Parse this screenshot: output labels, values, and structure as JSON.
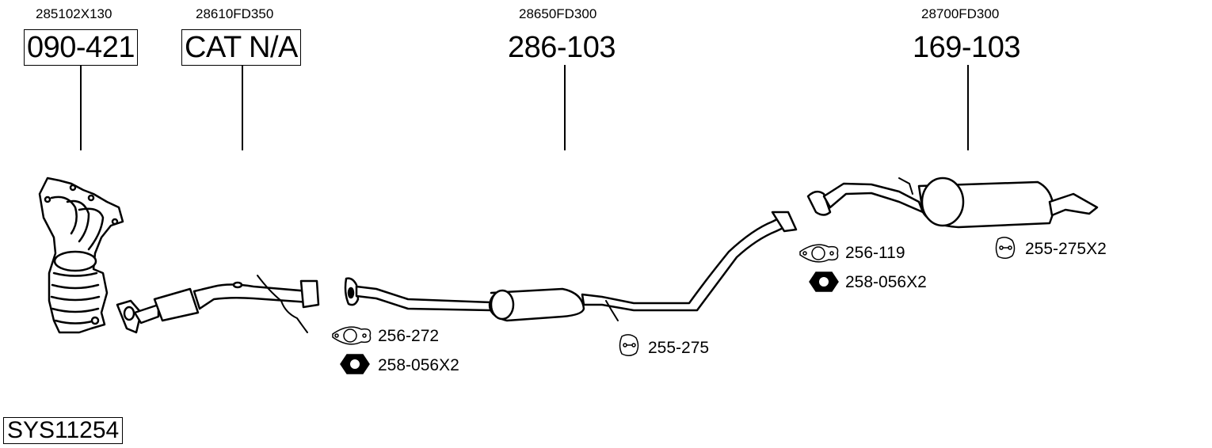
{
  "diagram": {
    "type": "exhaust-system-parts-diagram",
    "system_code": "SYS11254",
    "parts": [
      {
        "oem": "285102X130",
        "part_number": "090-421",
        "boxed": true,
        "description": "exhaust manifold with catalytic converter"
      },
      {
        "oem": "28610FD350",
        "part_number": "CAT N/A",
        "boxed": true,
        "description": "front pipe with catalytic converter"
      },
      {
        "oem": "28650FD300",
        "part_number": "286-103",
        "boxed": false,
        "description": "middle silencer"
      },
      {
        "oem": "28700FD300",
        "part_number": "169-103",
        "boxed": false,
        "description": "rear silencer"
      }
    ],
    "accessories": [
      {
        "icon": "gasket-icon",
        "label": "256-272"
      },
      {
        "icon": "nut-icon",
        "label": "258-056X2"
      },
      {
        "icon": "rubber-hanger-icon",
        "label": "255-275"
      },
      {
        "icon": "gasket-icon",
        "label": "256-119"
      },
      {
        "icon": "nut-icon",
        "label": "258-056X2"
      },
      {
        "icon": "rubber-hanger-icon",
        "label": "255-275X2"
      }
    ],
    "colors": {
      "line": "#000000",
      "background": "#ffffff"
    }
  }
}
